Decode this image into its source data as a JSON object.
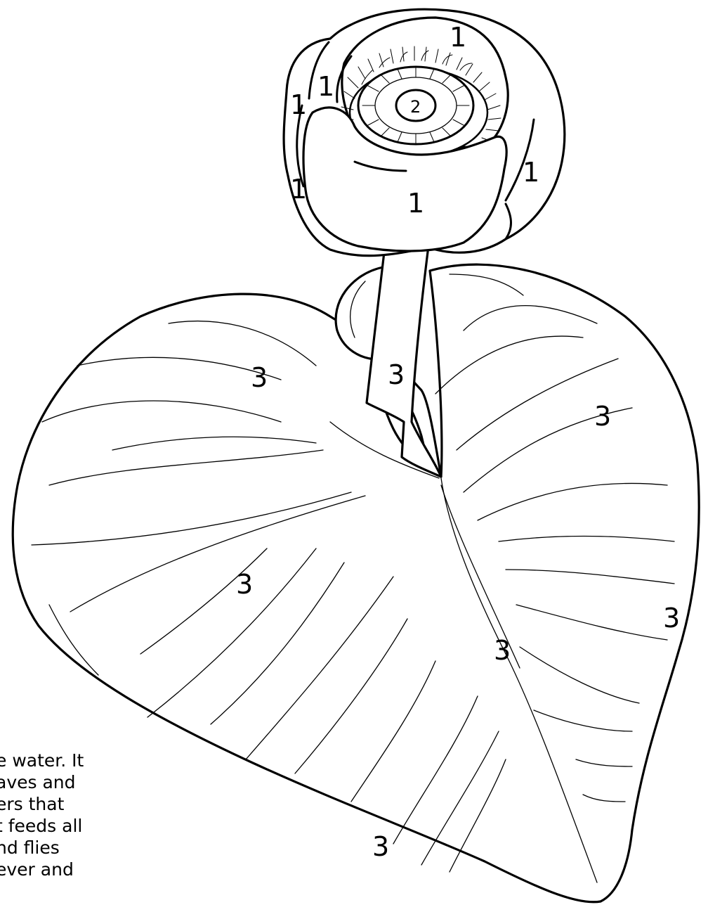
{
  "labels": {
    "sepal": "1",
    "center": "2",
    "leaf": "3"
  },
  "caption_lines": [
    "e water. It",
    "aves and",
    "ers that",
    "t feeds all",
    "nd flies",
    "ever and"
  ],
  "colors": {
    "line": "#000000",
    "fill": "#ffffff"
  }
}
